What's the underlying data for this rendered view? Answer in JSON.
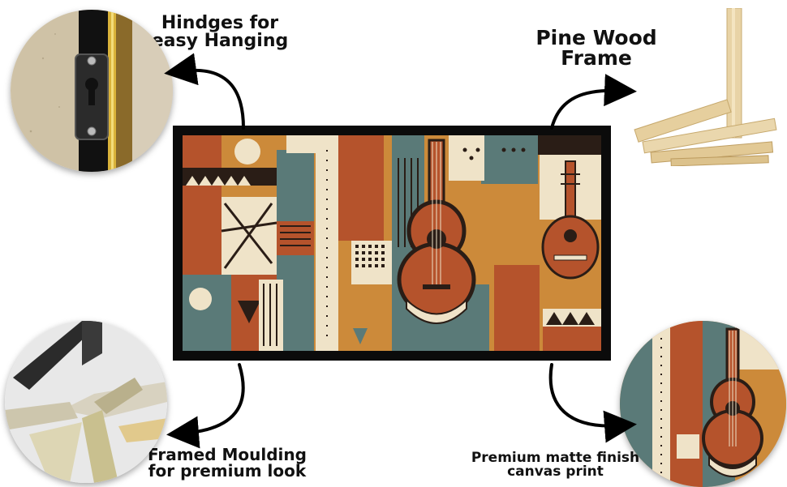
{
  "features": {
    "hinges": {
      "line1": "Hindges for",
      "line2": "easy Hanging"
    },
    "pine": {
      "line1": "Pine Wood",
      "line2": "Frame"
    },
    "moulding": {
      "line1": "Framed Moulding",
      "line2": "for premium look"
    },
    "matte": {
      "line1": "Premium matte finish",
      "line2": "canvas print"
    }
  },
  "icons": {
    "hanger": "keyhole-hanger-icon",
    "arrow": "curved-arrow-icon",
    "guitar": "guitar-icon"
  },
  "colors": {
    "frame": "#0b0b0b",
    "rust": "#b5532c",
    "ochre": "#cc8a3a",
    "teal": "#5a7a78",
    "cream": "#efe3c8",
    "dark": "#2a1d16",
    "pine": "#e8d3a6",
    "gold": "#d9b23a"
  }
}
